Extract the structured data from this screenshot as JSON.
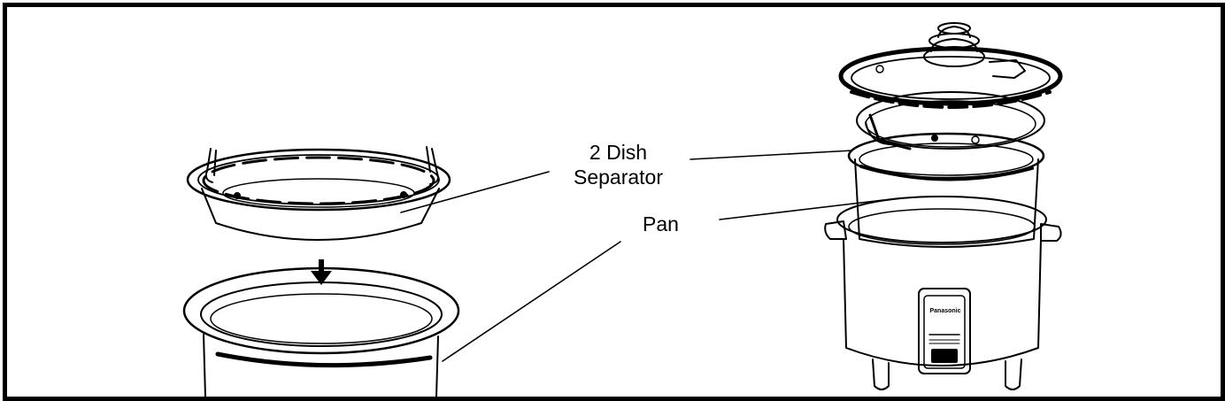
{
  "labels": {
    "separator_line1": "2 Dish",
    "separator_line2": "Separator",
    "pan": "Pan"
  },
  "logo_text": "Panasonic",
  "colors": {
    "line": "#000000",
    "background": "#ffffff"
  }
}
